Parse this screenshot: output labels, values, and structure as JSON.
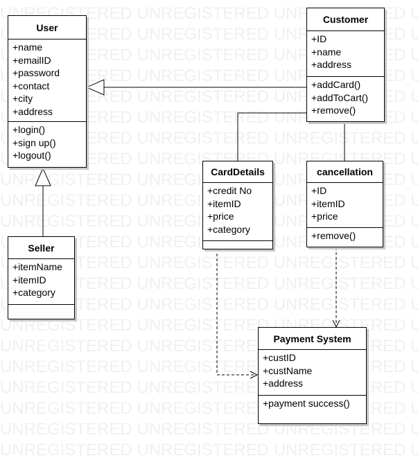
{
  "watermark": {
    "text": "UNREGISTERED UNREGISTERED UNREGISTERED UNREGISTERED"
  },
  "classes": {
    "user": {
      "name": "User",
      "attributes": [
        "+name",
        "+emailID",
        "+password",
        "+contact",
        "+city",
        "+address"
      ],
      "operations": [
        "+login()",
        "+sign up()",
        "+logout()"
      ]
    },
    "customer": {
      "name": "Customer",
      "attributes": [
        "+ID",
        "+name",
        "+address"
      ],
      "operations": [
        "+addCard()",
        "+addToCart()",
        "+remove()"
      ]
    },
    "seller": {
      "name": "Seller",
      "attributes": [
        "+itemName",
        "+itemID",
        "+category"
      ],
      "operations": []
    },
    "card_details": {
      "name": "CardDetails",
      "attributes": [
        "+credit No",
        "+itemID",
        "+price",
        "+category"
      ],
      "operations": []
    },
    "cancellation": {
      "name": "cancellation",
      "attributes": [
        "+ID",
        "+itemID",
        "+price"
      ],
      "operations": [
        "+remove()"
      ]
    },
    "payment_system": {
      "name": "Payment System",
      "attributes": [
        "+custID",
        "+custName",
        "+address"
      ],
      "operations": [
        "+payment success()"
      ]
    }
  }
}
